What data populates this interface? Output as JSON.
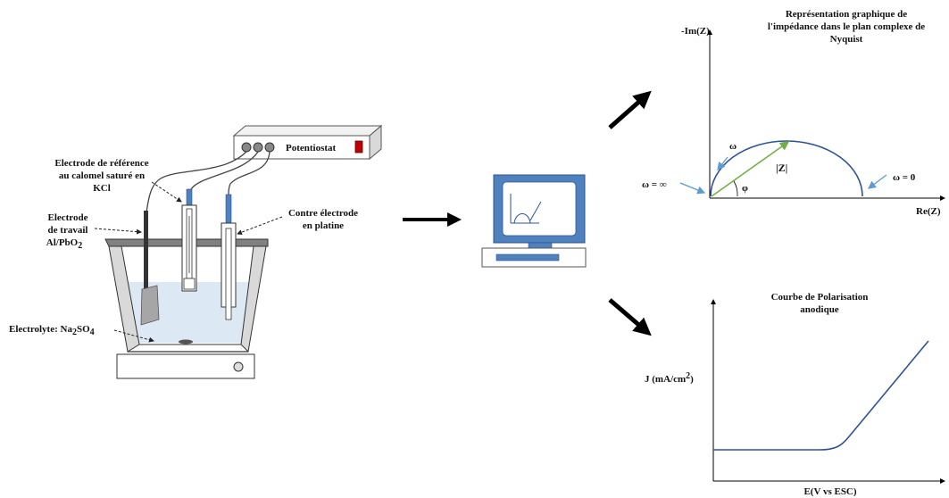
{
  "setup": {
    "potentiostat_label": "Potentiostat",
    "ref_electrode_label": [
      "Electrode de référence",
      "au calomel saturé en",
      "KCl"
    ],
    "work_electrode_label": [
      "Electrode",
      "de travail",
      "Al/PbO"
    ],
    "work_electrode_sub": "2",
    "counter_electrode_label": [
      "Contre électrode",
      "en platine"
    ],
    "electrolyte_label": "Electrolyte: Na",
    "electrolyte_sub1": "2",
    "electrolyte_mid": "SO",
    "electrolyte_sub2": "4"
  },
  "nyquist": {
    "title": [
      "Représentation graphique de",
      "l'impédance dans le plan complexe de",
      "Nyquist"
    ],
    "y_axis": "-Im(Z)",
    "x_axis": "Re(Z)",
    "omega_inf": "ω = ∞",
    "omega_zero": "ω = 0",
    "omega": "ω",
    "modulus": "|Z|",
    "phi": "φ"
  },
  "polarization": {
    "title": [
      "Courbe de Polarisation",
      "anodique"
    ],
    "y_axis": "J (mA/cm",
    "y_axis_sup": "2",
    "y_axis_end": ")",
    "x_axis": "E(V vs ESC)"
  },
  "colors": {
    "blue_fill": "#4f81bd",
    "electrolyte": "#dce9f5",
    "arc": "#2e5395",
    "green": "#70ad47",
    "lightblue_arrow": "#5b9bd5",
    "potentiostat_red": "#c00000"
  }
}
